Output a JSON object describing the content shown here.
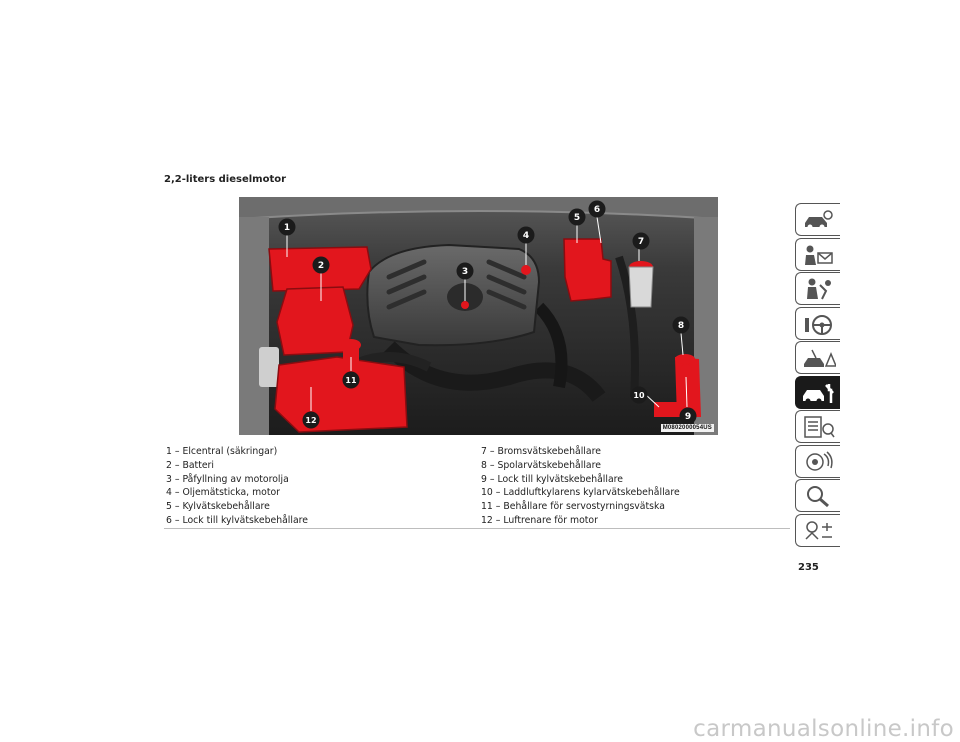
{
  "section": {
    "title": "2,2-liters dieselmotor"
  },
  "photo": {
    "code": "M0802000054US",
    "callouts": [
      "1",
      "2",
      "3",
      "4",
      "5",
      "6",
      "7",
      "8",
      "9",
      "10",
      "11",
      "12"
    ]
  },
  "legend": {
    "left": [
      "1 – Elcentral (säkringar)",
      "2 – Batteri",
      "3 – Påfyllning av motorolja",
      "4 – Oljemätsticka, motor",
      "5 – Kylvätskebehållare",
      "6 – Lock till kylvätskebehållare"
    ],
    "right": [
      "7 – Bromsvätskebehållare",
      "8 – Spolarvätskebehållare",
      "9 – Lock till kylvätskebehållare",
      "10 – Laddluftkylarens kylarvätskebehållare",
      "11 – Behållare för servostyrningsvätska",
      "12 – Luftrenare för motor"
    ]
  },
  "page": {
    "number": "235"
  },
  "side_tabs": [
    {
      "icon": "dashboard-car-icon",
      "active": false
    },
    {
      "icon": "safety-message-icon",
      "active": false
    },
    {
      "icon": "seat-passenger-icon",
      "active": false
    },
    {
      "icon": "steering-wheel-icon",
      "active": false
    },
    {
      "icon": "warning-triangle-car-icon",
      "active": false
    },
    {
      "icon": "car-service-wrench-icon",
      "active": true
    },
    {
      "icon": "checklist-icon",
      "active": false
    },
    {
      "icon": "multimedia-icon",
      "active": false
    },
    {
      "icon": "magnifier-icon",
      "active": false
    },
    {
      "icon": "language-index-icon",
      "active": false
    }
  ],
  "watermark": "carmanualsonline.info",
  "colors": {
    "highlight": "#e2161d",
    "callout": "#1b1b1b",
    "tab_active": "#1a1a1a"
  }
}
